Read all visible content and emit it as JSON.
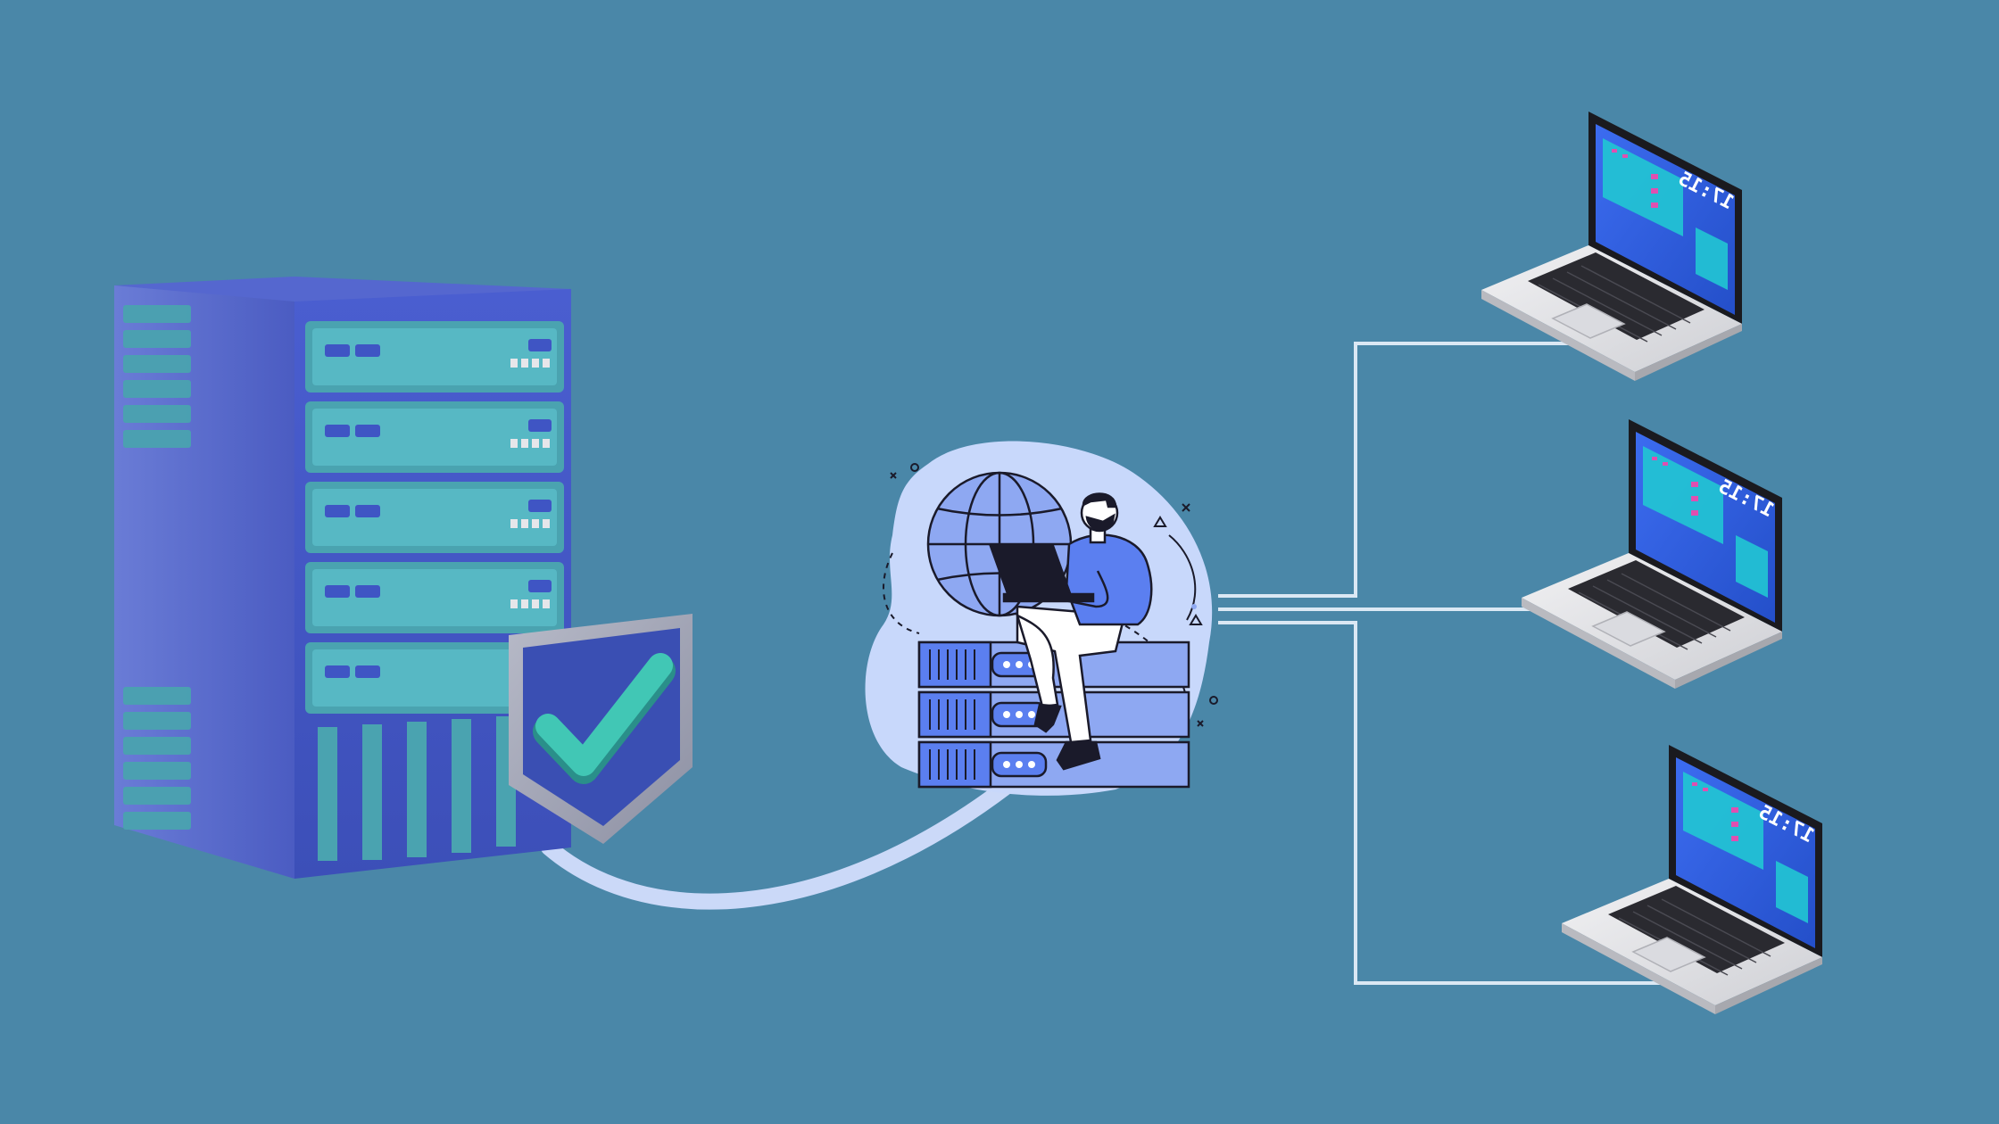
{
  "colors": {
    "background": "#4a87a8",
    "connector": "#c9d8f7",
    "wire": "#dce9f5",
    "server_body": "#4c5ec7",
    "server_front": "#3f55c4",
    "server_panel": "#4aa3b0",
    "shield_outer": "#9a9db0",
    "shield_inner": "#3a4fb3",
    "check": "#3fc7b6",
    "blob": "#c7d7fb",
    "hub_server": "#8ea8f2",
    "person_shirt": "#5b7ff0",
    "laptop_shell": "#e7e7ea",
    "laptop_screen": "#2f5de0",
    "laptop_bezel": "#1a1a1f"
  },
  "diagram": {
    "nodes": [
      {
        "id": "main-server",
        "kind": "server-tower",
        "icon": "server-tower-icon"
      },
      {
        "id": "security-shield",
        "kind": "shield-with-checkmark",
        "icon": "shield-check-icon"
      },
      {
        "id": "network-hub",
        "kind": "person-with-laptop-on-servers",
        "icon": "network-hub-icon"
      },
      {
        "id": "client-laptop-1",
        "kind": "laptop",
        "icon": "laptop-icon"
      },
      {
        "id": "client-laptop-2",
        "kind": "laptop",
        "icon": "laptop-icon"
      },
      {
        "id": "client-laptop-3",
        "kind": "laptop",
        "icon": "laptop-icon"
      }
    ],
    "edges": [
      {
        "from": "main-server",
        "to": "network-hub"
      },
      {
        "from": "network-hub",
        "to": "client-laptop-1"
      },
      {
        "from": "network-hub",
        "to": "client-laptop-2"
      },
      {
        "from": "network-hub",
        "to": "client-laptop-3"
      }
    ]
  },
  "laptops": [
    {
      "clock": "17:15"
    },
    {
      "clock": "17:15"
    },
    {
      "clock": "17:15"
    }
  ]
}
